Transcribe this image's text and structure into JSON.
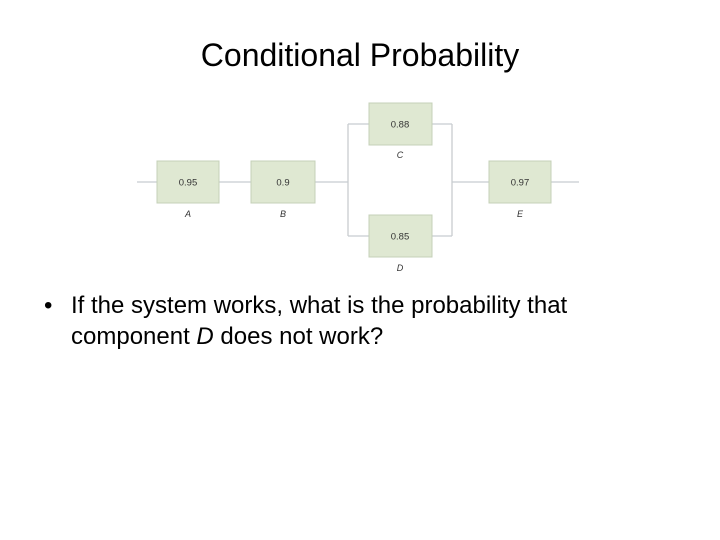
{
  "slide": {
    "title": "Conditional Probability",
    "bullet_symbol": "•",
    "question": {
      "part1": "If the system works, what is the probability that component ",
      "part2": "D",
      "part3": " does not work?"
    }
  },
  "diagram": {
    "components": {
      "a": {
        "label": "A",
        "probability": "0.95"
      },
      "b": {
        "label": "B",
        "probability": "0.9"
      },
      "c": {
        "label": "C",
        "probability": "0.88"
      },
      "d": {
        "label": "D",
        "probability": "0.85"
      },
      "e": {
        "label": "E",
        "probability": "0.97"
      }
    },
    "colors": {
      "box_fill": "#dfe8d2",
      "box_border": "#c4d0b8",
      "wire": "#c8ccd0"
    }
  }
}
